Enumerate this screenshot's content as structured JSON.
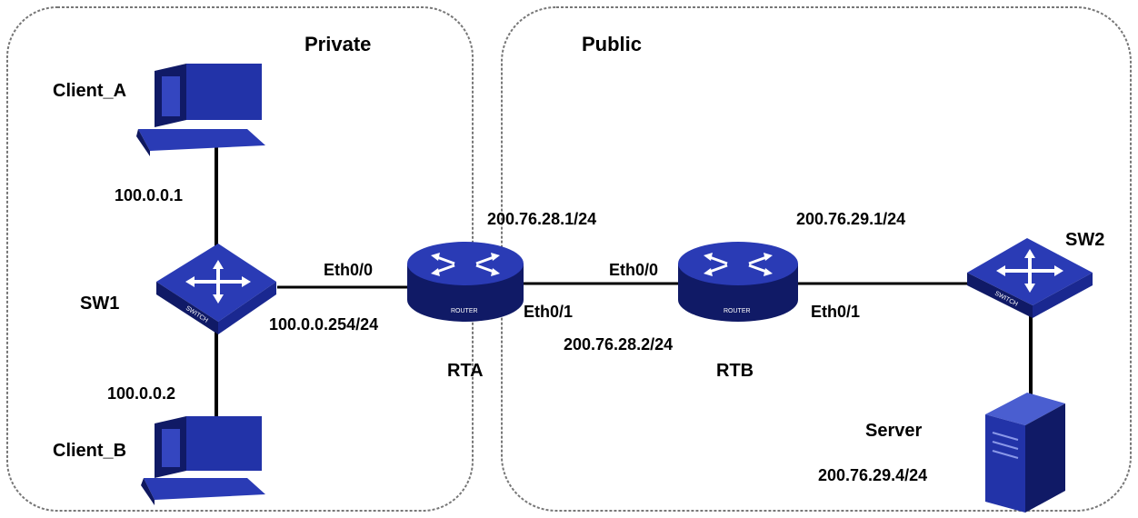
{
  "zones": {
    "private": "Private",
    "public": "Public"
  },
  "devices": {
    "client_a": "Client_A",
    "client_b": "Client_B",
    "sw1": "SW1",
    "sw2": "SW2",
    "rta": "RTA",
    "rtb": "RTB",
    "server": "Server"
  },
  "device_tags": {
    "switch": "SWITCH",
    "router": "ROUTER"
  },
  "interfaces": {
    "rta_eth0_0": "Eth0/0",
    "rta_eth0_1": "Eth0/1",
    "rtb_eth0_0": "Eth0/0",
    "rtb_eth0_1": "Eth0/1"
  },
  "addresses": {
    "client_a": "100.0.0.1",
    "client_b": "100.0.0.2",
    "rta_private": "100.0.0.254/24",
    "rta_public_upper": "200.76.28.1/24",
    "rtb_link": "200.76.28.2/24",
    "rtb_public": "200.76.29.1/24",
    "server": "200.76.29.4/24"
  },
  "colors": {
    "device_blue": "#2233a8",
    "device_dark": "#101a66",
    "device_light": "#4a5ed0",
    "line": "#000000",
    "zone_border": "#666666"
  }
}
